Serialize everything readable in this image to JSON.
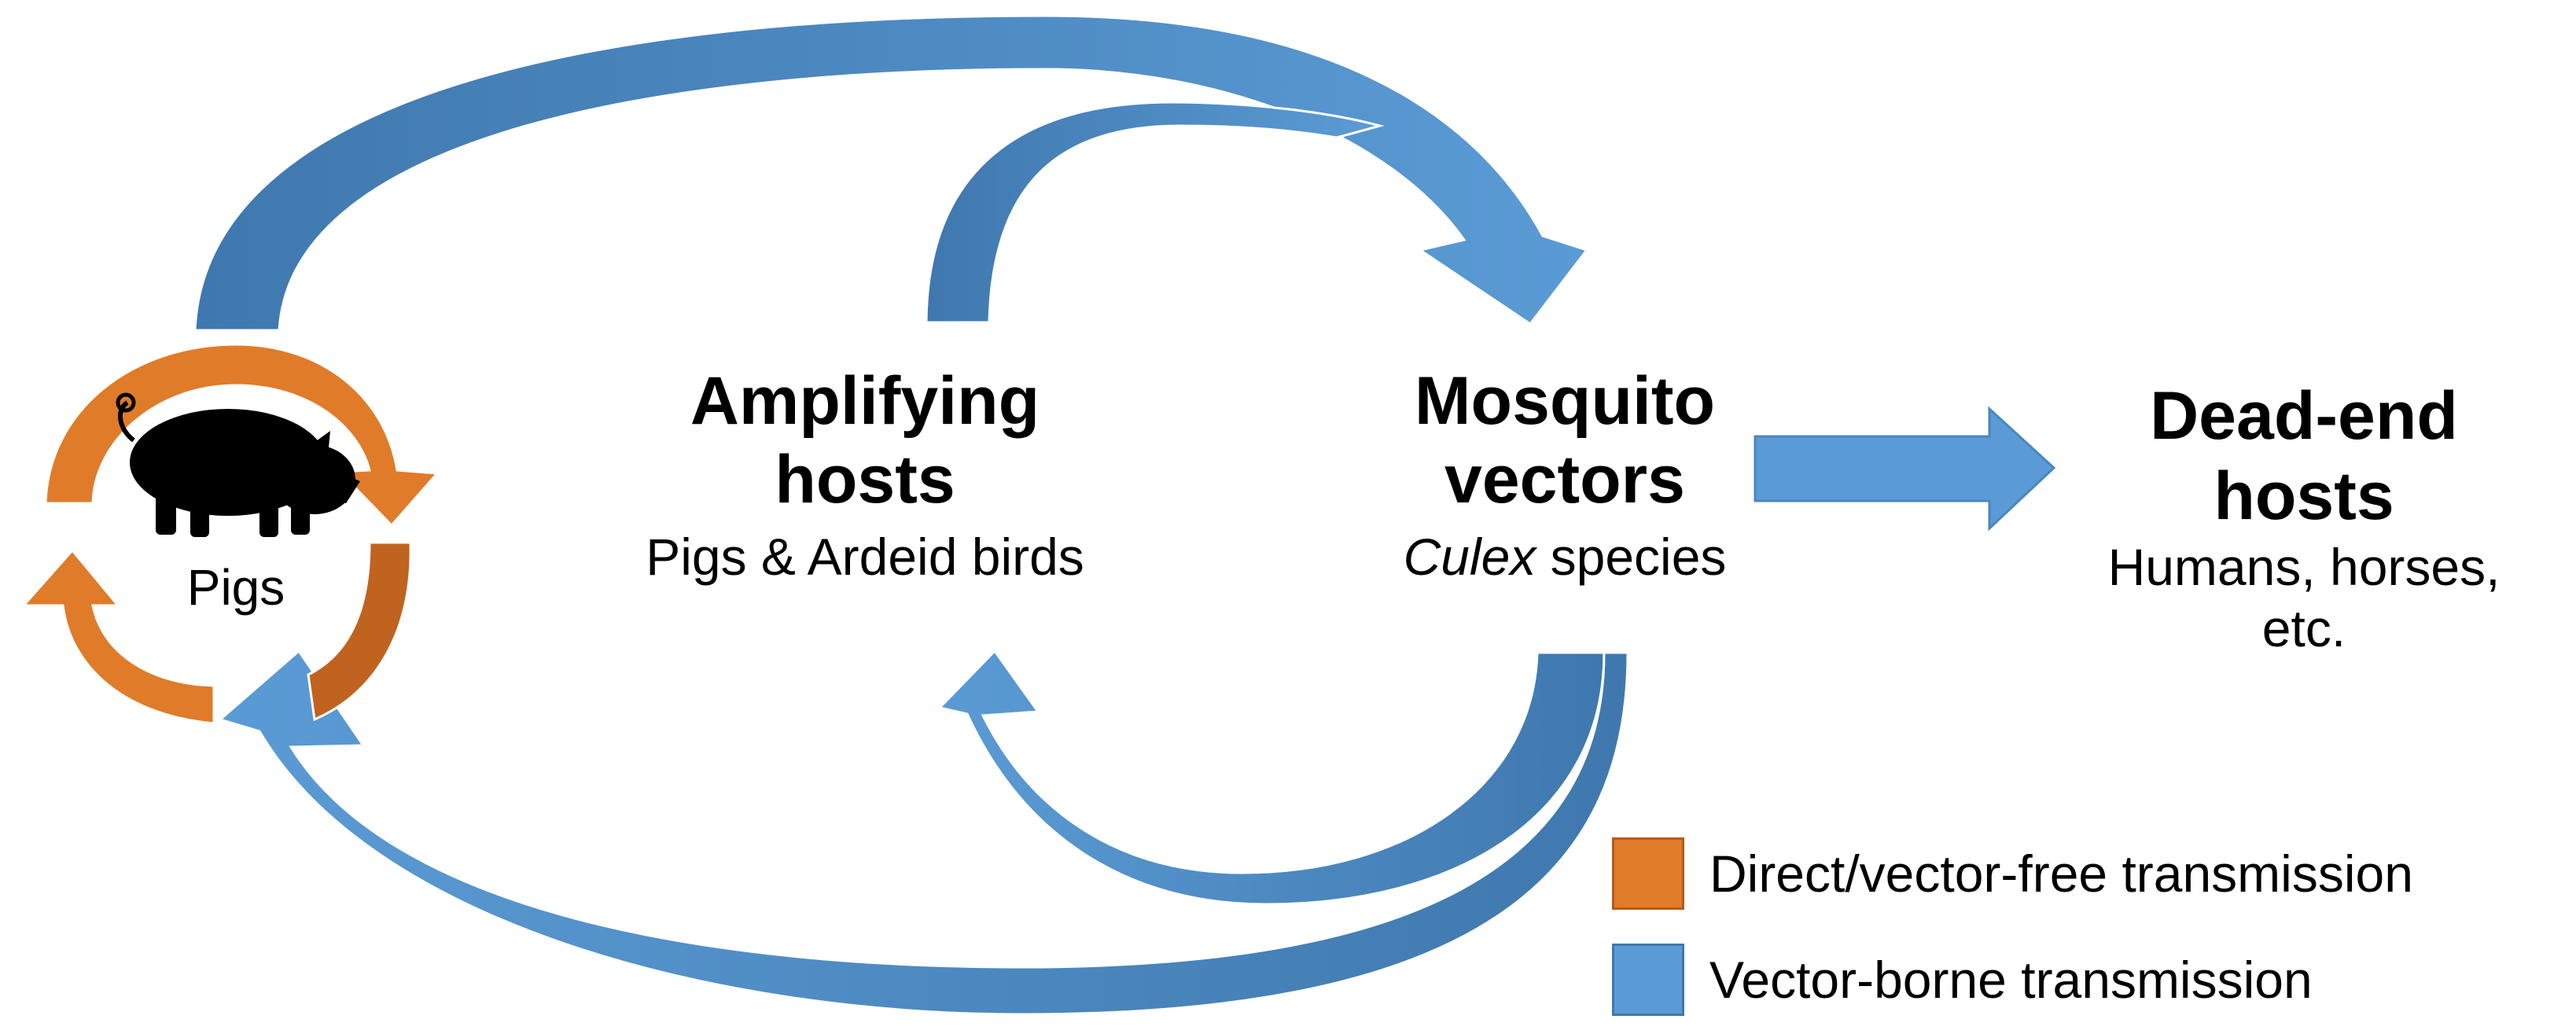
{
  "nodes": {
    "pigs": {
      "label": "Pigs"
    },
    "amplifying": {
      "title_line1": "Amplifying",
      "title_line2": "hosts",
      "subtitle": "Pigs & Ardeid birds"
    },
    "mosquito": {
      "title_line1": "Mosquito",
      "title_line2": "vectors",
      "subtitle_italic": "Culex",
      "subtitle_rest": " species"
    },
    "deadend": {
      "title_line1": "Dead-end",
      "title_line2": "hosts",
      "subtitle_line1": "Humans, horses,",
      "subtitle_line2": "etc."
    }
  },
  "legend": {
    "items": [
      {
        "label": "Direct/vector-free transmission",
        "color": "#E07B2A"
      },
      {
        "label": "Vector-borne transmission",
        "color": "#5B9BD5"
      }
    ]
  },
  "colors": {
    "orange": "#E07B2A",
    "orange_dark": "#C0631F",
    "blue": "#5B9BD5",
    "blue_dark": "#3F78AE",
    "icon": "pig-silhouette"
  }
}
